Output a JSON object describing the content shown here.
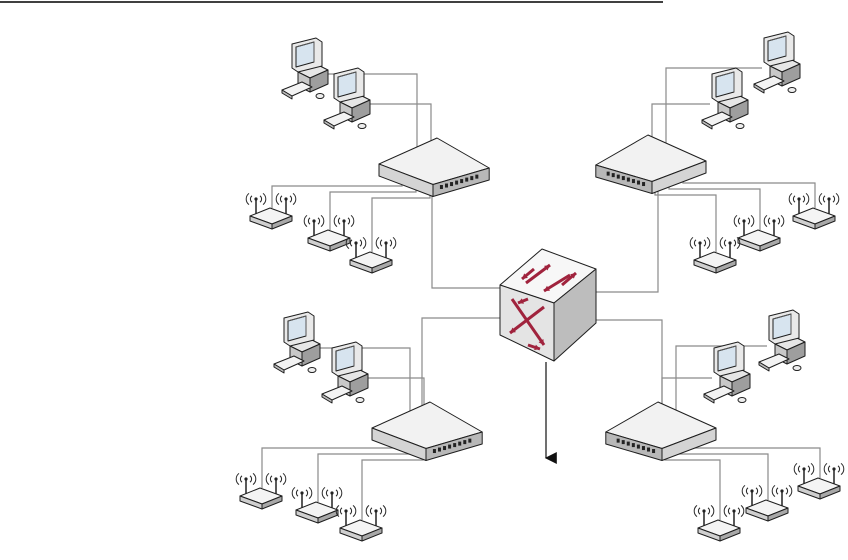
{
  "diagram": {
    "kind": "network-topology",
    "core": {
      "name": "core-switch-icon",
      "icon": "multilayer-switch",
      "accent": "#a0233d"
    },
    "clusters": [
      {
        "id": "top-left",
        "switch": "switch-icon",
        "computers": 2,
        "access_points": 3,
        "link_to_core": true
      },
      {
        "id": "top-right",
        "switch": "switch-icon",
        "computers": 2,
        "access_points": 3,
        "link_to_core": true
      },
      {
        "id": "bottom-left",
        "switch": "switch-icon",
        "computers": 2,
        "access_points": 3,
        "link_to_core": true
      },
      {
        "id": "bottom-right",
        "switch": "switch-icon",
        "computers": 2,
        "access_points": 3,
        "link_to_core": true
      }
    ],
    "uplink": {
      "icon": "arrow-down-icon",
      "label": ""
    },
    "colors": {
      "cable": "#8a8a8a",
      "outline": "#1e1e1e",
      "switch_top": "#f2f2f2",
      "switch_side": "#b8b8b8",
      "accent": "#a0233d"
    }
  }
}
